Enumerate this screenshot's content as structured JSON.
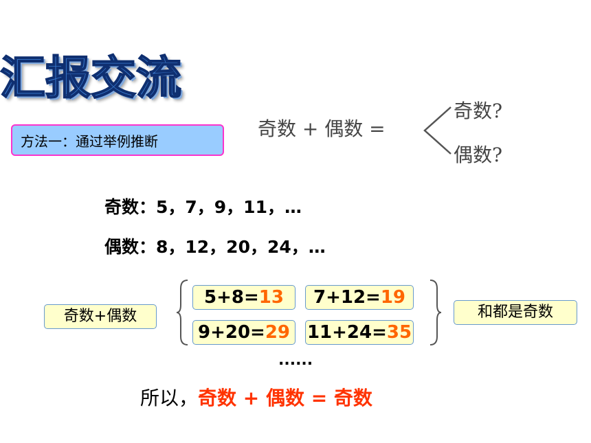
{
  "title": "汇报交流",
  "method": "方法一：通过举例推断",
  "formula": {
    "lhs": "奇数 + 偶数 =",
    "option1": "奇数?",
    "option2": "偶数?"
  },
  "odd_line": "奇数：5，7，9，11，…",
  "even_line": "偶数：8，12，20，24，…",
  "odd_plus_even_label": "奇数+偶数",
  "equations": [
    {
      "expr": "5+8=",
      "result": "13"
    },
    {
      "expr": "7+12=",
      "result": "19"
    },
    {
      "expr": "9+20=",
      "result": "29"
    },
    {
      "expr": "11+24=",
      "result": "35"
    }
  ],
  "sum_label": "和都是奇数",
  "ellipsis": "......",
  "conclusion": {
    "prefix": "所以，",
    "statement": "奇数 + 偶数 = 奇数"
  }
}
